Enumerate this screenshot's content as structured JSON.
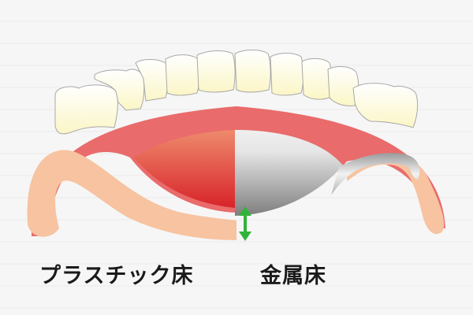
{
  "labels": {
    "plastic": "プラスチック床",
    "metal": "金属床"
  },
  "colors": {
    "gum": "#e96b6b",
    "base_skin": "#f7c3a0",
    "tooth": "#fffde8",
    "plastic_top": "#ee8a6c",
    "plastic_bottom": "#d8232a",
    "metal_light": "#eeeeee",
    "metal_dark": "#7e7e7e",
    "arrow": "#2fb43a",
    "background": "#f6f6f6"
  },
  "annotation": {
    "arrow": "thickness-comparison-double-arrow"
  }
}
